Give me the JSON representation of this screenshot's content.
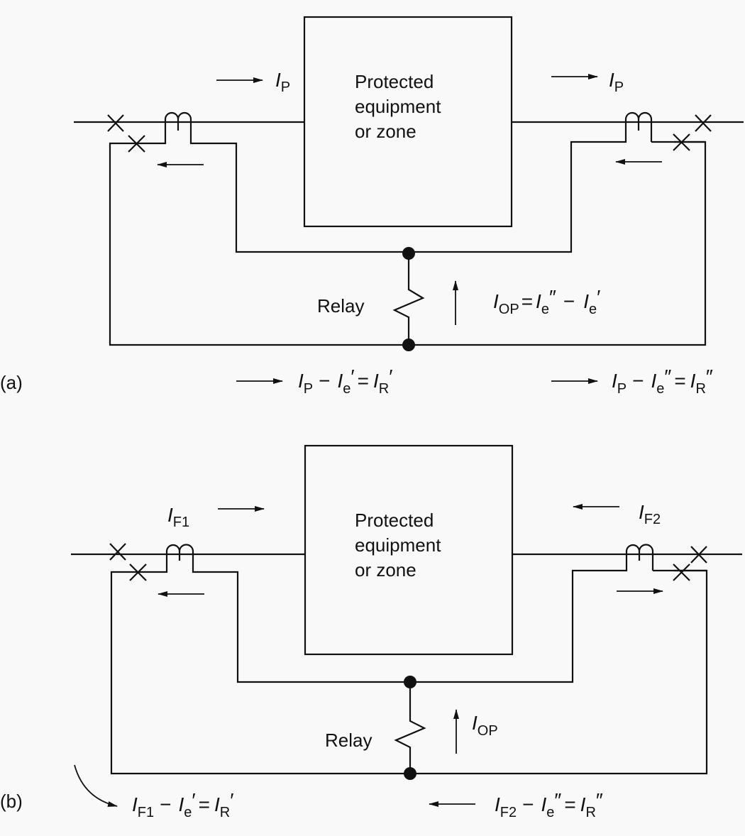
{
  "panels": [
    {
      "id": "a",
      "panel_label": "(a)",
      "box_lines": [
        "Protected",
        "equipment",
        "or zone"
      ],
      "relay_label": "Relay",
      "left_current": {
        "sym": "I",
        "sub": "P",
        "direction": "right"
      },
      "right_current": {
        "sym": "I",
        "sub": "P",
        "direction": "right"
      },
      "left_secondary_arrow": "left",
      "right_secondary_arrow": "left",
      "relay_current": {
        "sym": "I",
        "sub": "OP",
        "eq": "=",
        "t1_sym": "I",
        "t1_sub": "e",
        "t1_prime": "″",
        "minus": "−",
        "t2_sym": "I",
        "t2_sub": "e",
        "t2_prime": "′"
      },
      "left_equation": {
        "direction": "right",
        "a_sym": "I",
        "a_sub": "P",
        "minus": "−",
        "b_sym": "I",
        "b_sub": "e",
        "b_prime": "′",
        "eq": "=",
        "c_sym": "I",
        "c_sub": "R",
        "c_prime": "′"
      },
      "right_equation": {
        "direction": "right",
        "a_sym": "I",
        "a_sub": "P",
        "minus": "−",
        "b_sym": "I",
        "b_sub": "e",
        "b_prime": "″",
        "eq": "=",
        "c_sym": "I",
        "c_sub": "R",
        "c_prime": "″"
      }
    },
    {
      "id": "b",
      "panel_label": "(b)",
      "box_lines": [
        "Protected",
        "equipment",
        "or zone"
      ],
      "relay_label": "Relay",
      "left_current": {
        "sym": "I",
        "sub": "F1",
        "direction": "right"
      },
      "right_current": {
        "sym": "I",
        "sub": "F2",
        "direction": "left"
      },
      "left_secondary_arrow": "left",
      "right_secondary_arrow": "right",
      "relay_current": {
        "sym": "I",
        "sub": "OP"
      },
      "left_equation": {
        "direction": "curved-in",
        "a_sym": "I",
        "a_sub": "F1",
        "minus": "−",
        "b_sym": "I",
        "b_sub": "e",
        "b_prime": "′",
        "eq": "=",
        "c_sym": "I",
        "c_sub": "R",
        "c_prime": "′"
      },
      "right_equation": {
        "direction": "left",
        "a_sym": "I",
        "a_sub": "F2",
        "minus": "−",
        "b_sym": "I",
        "b_sub": "e",
        "b_prime": "″",
        "eq": "=",
        "c_sym": "I",
        "c_sub": "R",
        "c_prime": "″"
      }
    }
  ]
}
